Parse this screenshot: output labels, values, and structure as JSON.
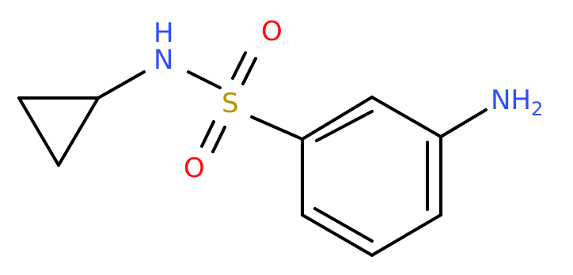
{
  "molecule": {
    "atoms": {
      "nh_h": "H",
      "nh_n": "N",
      "o_top": "O",
      "s": "S",
      "o_bottom": "O",
      "nh2_n": "NH",
      "nh2_sub": "2"
    },
    "colors": {
      "bond": "#000000",
      "nitrogen": "#3050F8",
      "oxygen": "#FF0D0D",
      "sulfur": "#B29500"
    }
  }
}
